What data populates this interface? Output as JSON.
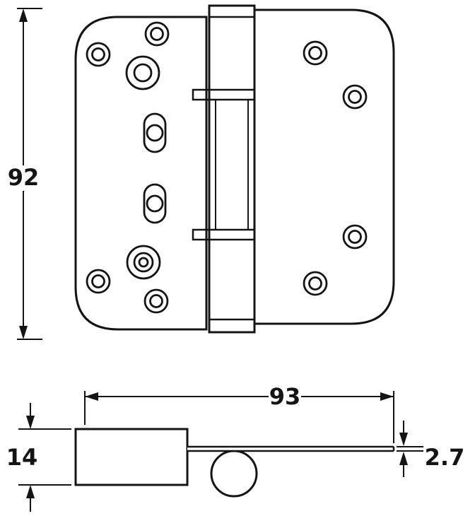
{
  "meta": {
    "subject": "Hinge technical dimensional drawing",
    "background_color": "#ffffff",
    "line_color": "#141414"
  },
  "front_view": {
    "height_dimension": "92"
  },
  "side_view": {
    "length_dimension": "93",
    "leaf_block_dimension": "14",
    "thickness_dimension": "2.7"
  }
}
